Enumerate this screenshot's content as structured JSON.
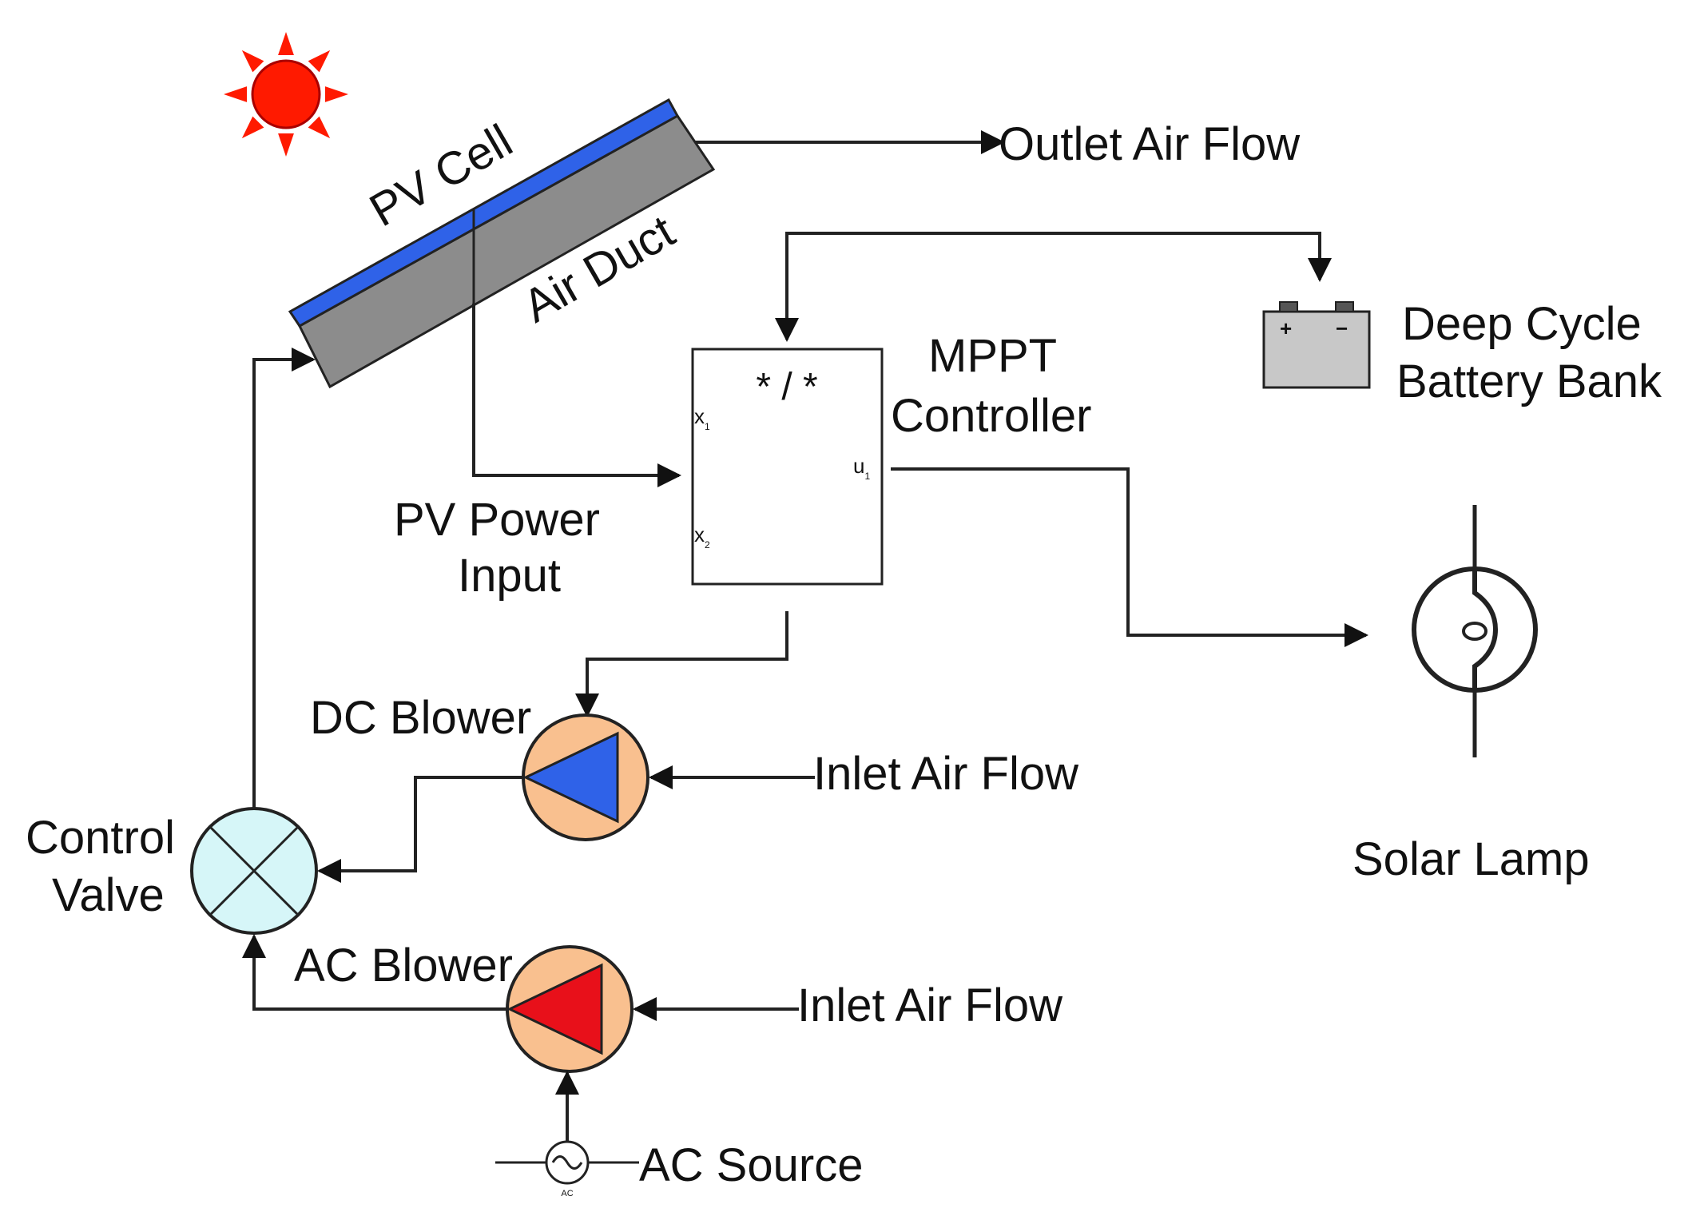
{
  "labels": {
    "pv_cell": "PV Cell",
    "air_duct": "Air Duct",
    "outlet_air_flow": "Outlet Air Flow",
    "mppt_line1": "MPPT",
    "mppt_line2": "Controller",
    "mppt_op": "* / *",
    "mppt_in1": "x",
    "mppt_in1_sub": "1",
    "mppt_in2": "x",
    "mppt_in2_sub": "2",
    "mppt_out": "u",
    "mppt_out_sub": "1",
    "battery_line1": "Deep Cycle",
    "battery_line2": "Battery Bank",
    "battery_plus": "+",
    "battery_minus": "−",
    "pv_power_line1": "PV Power",
    "pv_power_line2": "Input",
    "dc_blower": "DC Blower",
    "inlet_air_flow_dc": "Inlet Air Flow",
    "control_valve_line1": "Control",
    "control_valve_line2": "Valve",
    "solar_lamp": "Solar Lamp",
    "ac_blower": "AC Blower",
    "inlet_air_flow_ac": "Inlet Air Flow",
    "ac_source": "AC Source",
    "ac_source_sub": "AC"
  },
  "colors": {
    "sun": "#ff1a00",
    "pv_cell": "#2f62e8",
    "air_duct": "#8c8c8c",
    "dc_blower_triangle": "#2f62e8",
    "ac_blower_triangle": "#e8101a",
    "blower_body": "#f9c08f",
    "control_valve": "#d6f6f8",
    "battery": "#c8c8c8"
  }
}
